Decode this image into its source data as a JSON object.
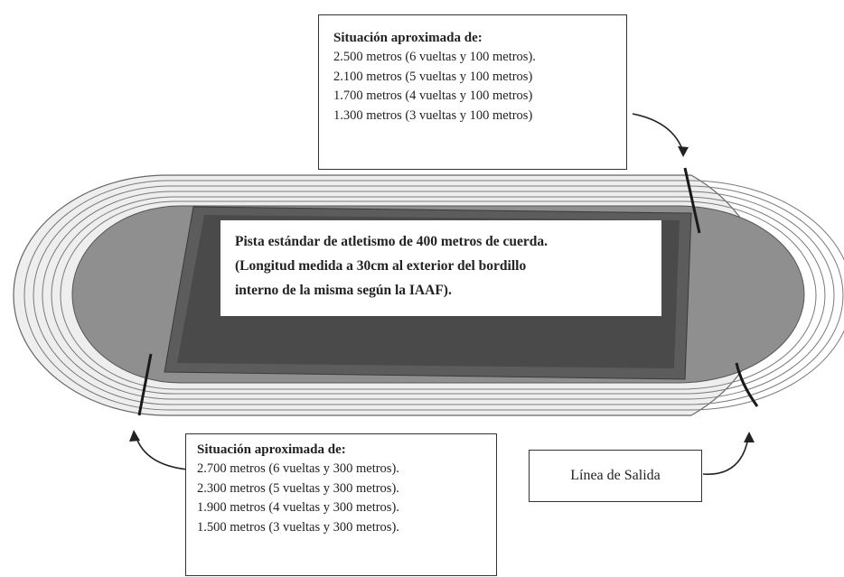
{
  "top_box": {
    "title": "Situación aproximada de:",
    "lines": [
      "2.500 metros (6 vueltas y 100 metros).",
      "2.100 metros (5 vueltas y 100 metros)",
      "1.700 metros (4 vueltas y 100 metros)",
      "1.300 metros (3 vueltas y 100 metros)"
    ]
  },
  "center_box": {
    "lines": [
      "Pista estándar de atletismo de 400 metros de cuerda.",
      "(Longitud medida a 30cm al exterior del bordillo",
      "interno de la misma según la IAAF)."
    ]
  },
  "bottom_box": {
    "title": "Situación aproximada de:",
    "lines": [
      "2.700 metros (6 vueltas y 300 metros).",
      "2.300 metros (5 vueltas y 300 metros).",
      "1.900 metros (4 vueltas y 300 metros).",
      "1.500 metros (3 vueltas y 300 metros)."
    ]
  },
  "salida_box": {
    "label": "Línea de Salida"
  },
  "colors": {
    "infield": "#5a5a5a",
    "curve_area": "#8c8c8c",
    "lanes": "#e6e6e6",
    "lane_lines": "#7a7a7a",
    "marker": "#1a1a1a"
  }
}
